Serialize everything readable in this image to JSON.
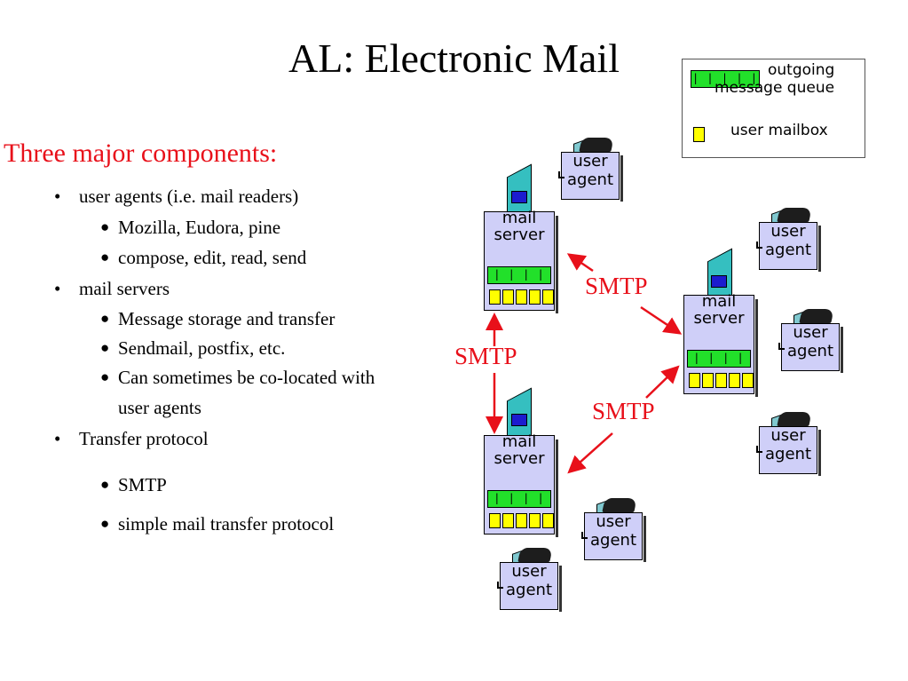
{
  "title": "AL: Electronic Mail",
  "subtitle": "Three major components:",
  "bullets": [
    {
      "level": 1,
      "text": "user agents (i.e. mail readers)"
    },
    {
      "level": 2,
      "text": "Mozilla, Eudora, pine"
    },
    {
      "level": 2,
      "text": "compose, edit, read, send"
    },
    {
      "level": 1,
      "text": "mail servers"
    },
    {
      "level": 2,
      "text": "Message storage and transfer"
    },
    {
      "level": 2,
      "text": "Sendmail, postfix, etc."
    },
    {
      "level": 2,
      "text": "Can sometimes be co-located with"
    },
    {
      "level": 2,
      "text": "user agents",
      "continuation": true
    },
    {
      "level": 1,
      "text": "Transfer protocol"
    },
    {
      "level": 2,
      "text": "SMTP"
    },
    {
      "level": 2,
      "text": "simple mail transfer protocol"
    }
  ],
  "legend": {
    "queue_label_1": "outgoing",
    "queue_label_2": "message queue",
    "mailbox_label": "user mailbox"
  },
  "server_label": "mail server",
  "server_line1": "mail",
  "server_line2": "server",
  "agent_line1": "user",
  "agent_line2": "agent",
  "queue_glyph": "| | | | | | |",
  "smtp_label": "SMTP",
  "colors": {
    "accent_red": "#e8101a",
    "box_fill": "#cfcff8",
    "queue_green": "#22e02a",
    "mailbox_yellow": "#ffff00",
    "tower_teal": "#35bfc0"
  }
}
